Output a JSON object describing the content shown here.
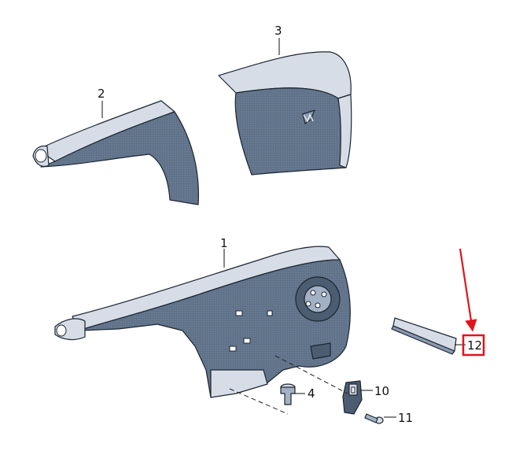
{
  "callouts": {
    "part_1": "1",
    "part_2": "2",
    "part_3": "3",
    "part_4": "4",
    "part_10": "10",
    "part_11": "11",
    "part_12": "12"
  },
  "highlight": {
    "box_color": "#e0141b",
    "arrow_color": "#e0141b"
  },
  "colors": {
    "part_fill": "#5e7188",
    "part_light": "#d7dde6",
    "line": "#1c2530"
  }
}
